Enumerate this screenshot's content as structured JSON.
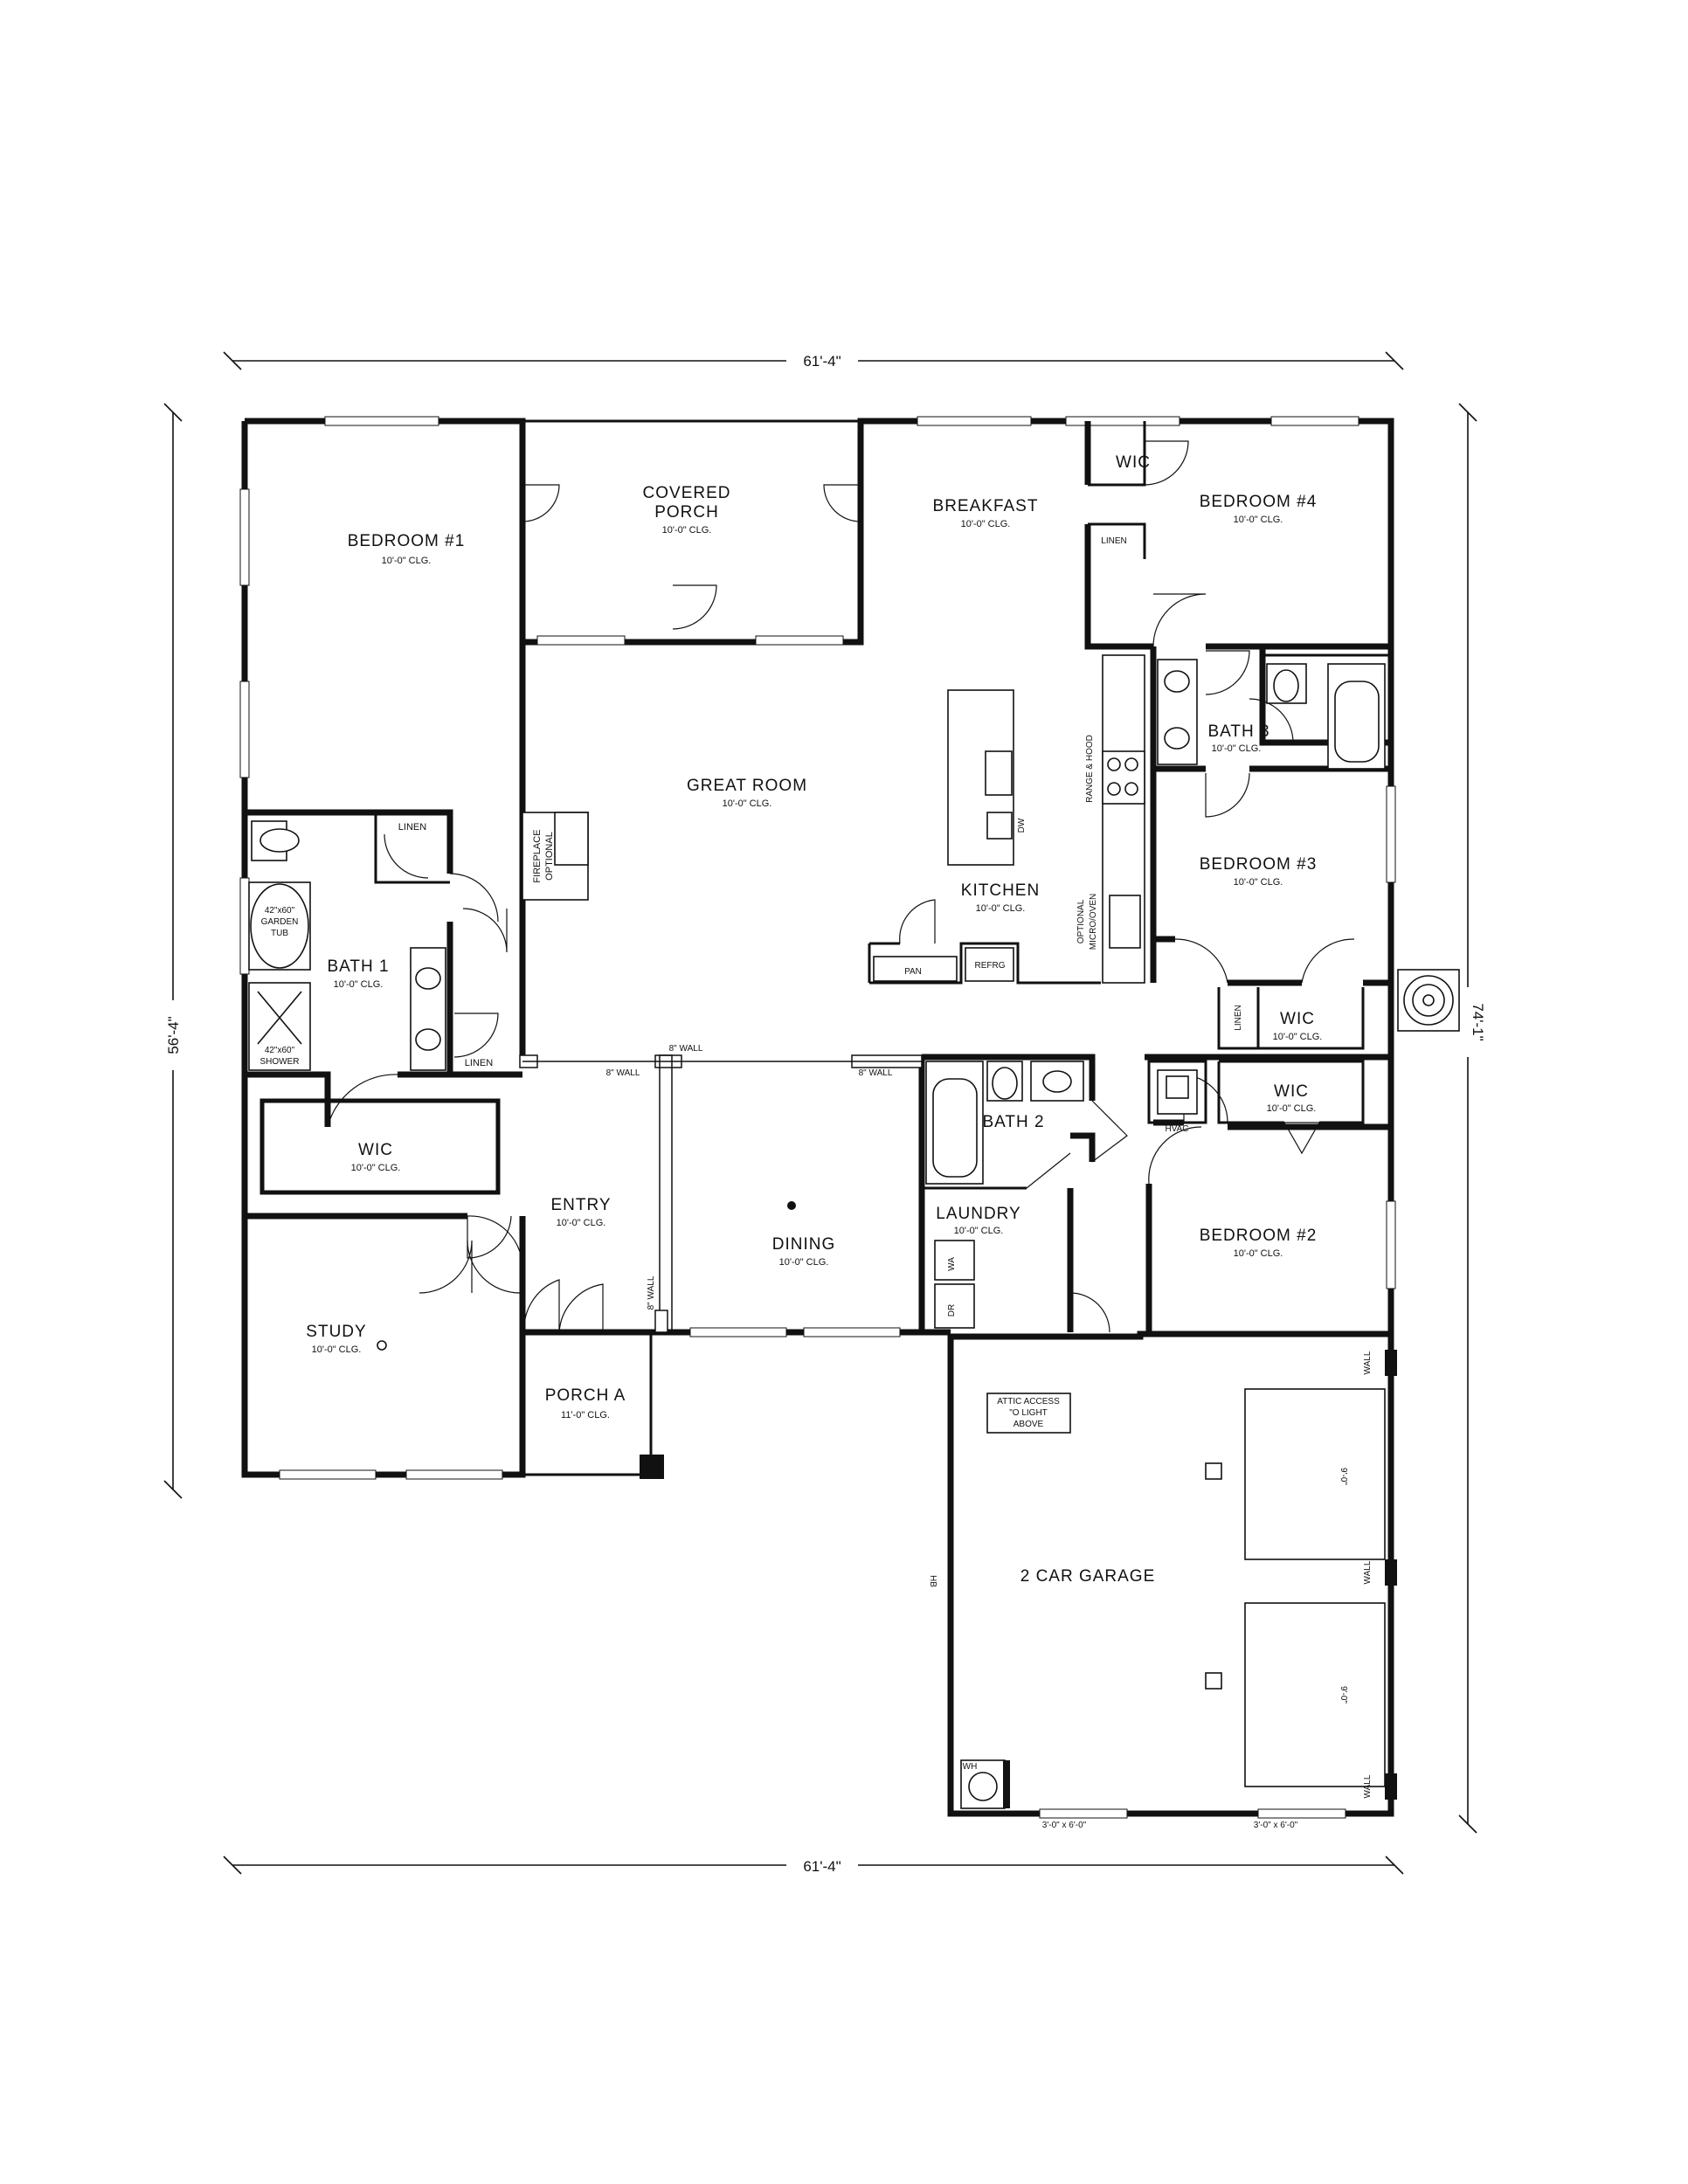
{
  "dimensions": {
    "top_width": "61'-4\"",
    "bottom_width": "61'-4\"",
    "left_depth": "56'-4\"",
    "right_depth": "74'-1\""
  },
  "rooms": {
    "bedroom1": {
      "name": "BEDROOM #1",
      "ceiling": "10'-0\" CLG."
    },
    "covered_porch": {
      "name_line1": "COVERED",
      "name_line2": "PORCH",
      "ceiling": "10'-0\" CLG."
    },
    "breakfast": {
      "name": "BREAKFAST",
      "ceiling": "10'-0\" CLG."
    },
    "bedroom4": {
      "name": "BEDROOM #4",
      "ceiling": "10'-0\" CLG."
    },
    "great_room": {
      "name": "GREAT ROOM",
      "ceiling": "10'-0\" CLG."
    },
    "bath3": {
      "name": "BATH 3",
      "ceiling": "10'-0\" CLG."
    },
    "kitchen": {
      "name": "KITCHEN",
      "ceiling": "10'-0\" CLG."
    },
    "bedroom3": {
      "name": "BEDROOM #3",
      "ceiling": "10'-0\" CLG."
    },
    "bath1": {
      "name": "BATH 1",
      "ceiling": "10'-0\" CLG."
    },
    "wic_master": {
      "name": "WIC",
      "ceiling": "10'-0\" CLG."
    },
    "wic_bed3": {
      "name": "WIC",
      "ceiling": "10'-0\" CLG."
    },
    "wic_bed2": {
      "name": "WIC",
      "ceiling": "10'-0\" CLG."
    },
    "wic_bed4": {
      "name": "WIC"
    },
    "bath2": {
      "name": "BATH 2"
    },
    "laundry": {
      "name": "LAUNDRY",
      "ceiling": "10'-0\" CLG."
    },
    "entry": {
      "name": "ENTRY",
      "ceiling": "10'-0\" CLG."
    },
    "dining": {
      "name": "DINING",
      "ceiling": "10'-0\" CLG."
    },
    "bedroom2": {
      "name": "BEDROOM #2",
      "ceiling": "10'-0\" CLG."
    },
    "study": {
      "name": "STUDY",
      "ceiling": "10'-0\" CLG."
    },
    "porch_a": {
      "name": "PORCH A",
      "ceiling": "11'-0\" CLG."
    },
    "garage": {
      "name": "2 CAR GARAGE"
    }
  },
  "labels": {
    "linen_master": "LINEN",
    "linen_master_hall": "LINEN",
    "linen_bed4": "LINEN",
    "linen_bed3": "LINEN",
    "garden_tub_1": "42\"x60\"",
    "garden_tub_2": "GARDEN",
    "garden_tub_3": "TUB",
    "shower_1": "42\"x60\"",
    "shower_2": "SHOWER",
    "fireplace_1": "FIREPLACE",
    "fireplace_2": "OPTIONAL",
    "range_hood": "RANGE & HOOD",
    "microwave_1": "OPTIONAL",
    "microwave_2": "MICRO/OVEN",
    "pan": "PAN",
    "refrg": "REFRG",
    "dw": "DW",
    "hvac": "HVAC",
    "wa": "WA",
    "dr": "DR",
    "hb": "HB",
    "wh": "WH",
    "wall_8_a": "8\" WALL",
    "wall_8_b": "8\" WALL",
    "wall_8_c": "8\" WALL",
    "wall_8_d": "8\" WALL",
    "attic_1": "ATTIC ACCESS",
    "attic_2": "\"O LIGHT",
    "attic_3": "ABOVE",
    "garage_door_1": "9'-0\"",
    "garage_door_2": "9'-0\"",
    "window_garage_1": "3'-0\" x 6'-0\"",
    "window_garage_2": "3'-0\" x 6'-0\"",
    "wall_a": "WALL",
    "wall_b": "WALL",
    "wall_c": "WALL"
  }
}
